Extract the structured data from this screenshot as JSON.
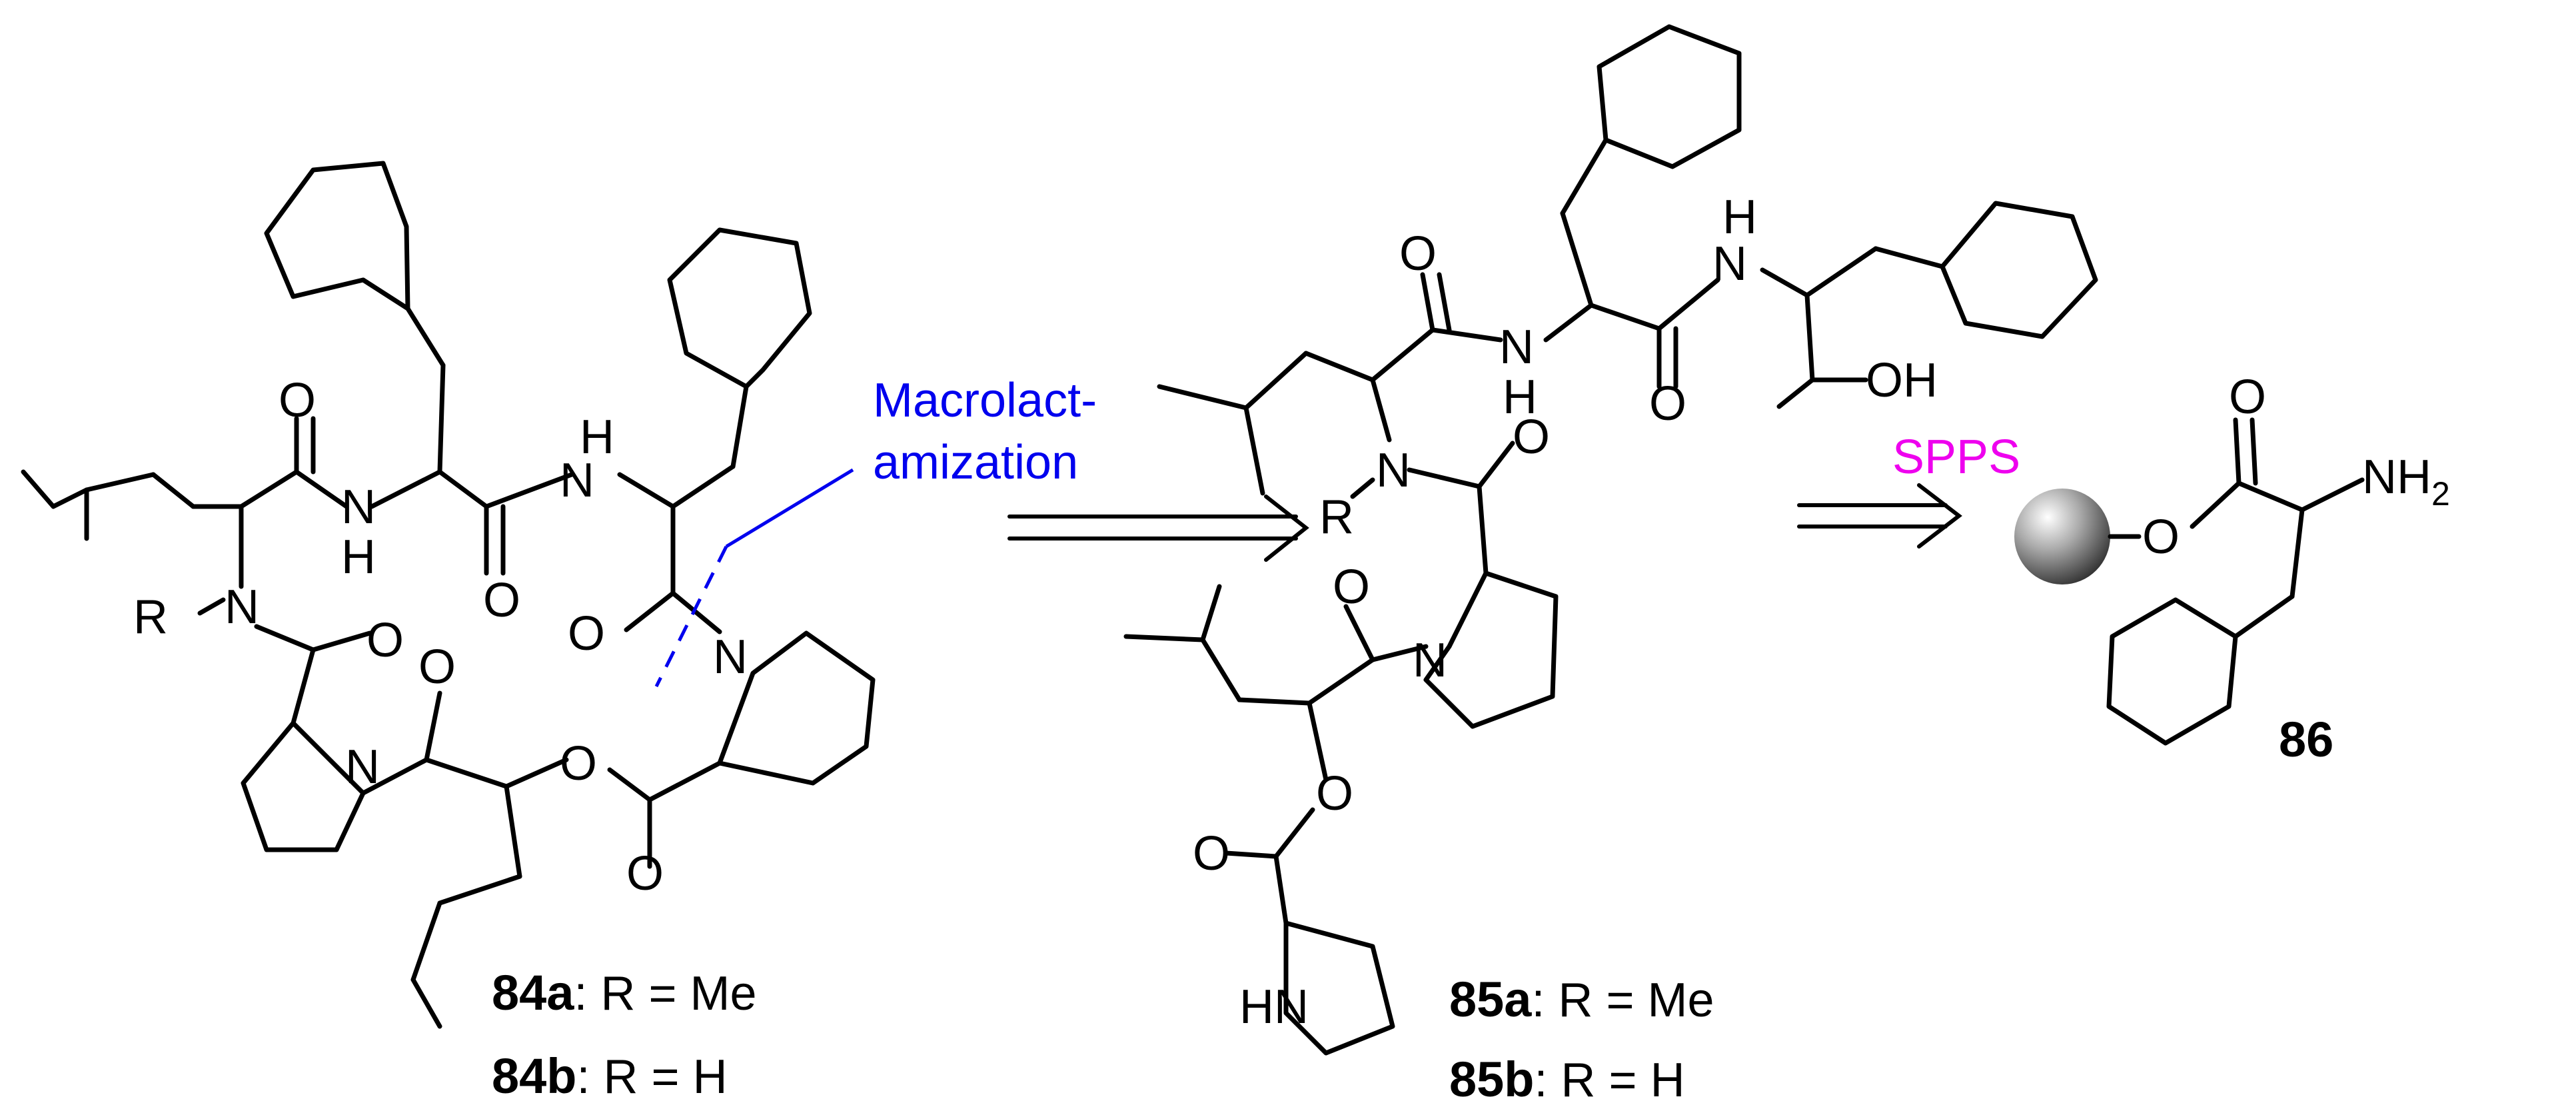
{
  "colors": {
    "bond": "#000000",
    "annotation_blue": "#0000ee",
    "annotation_magenta": "#ee00ee",
    "bead_light": "#ffffff",
    "bead_dark": "#333333"
  },
  "compounds": {
    "c84": {
      "atoms": {
        "o1": "O",
        "nh1": "N",
        "nh1h": "H",
        "o2": "O",
        "h3": "H",
        "nh3": "N",
        "o3": "O",
        "r": "R",
        "n4": "N",
        "o4": "O",
        "o5": "O",
        "n5": "N",
        "o6": "O",
        "o7": "O",
        "n6": "N"
      },
      "labels": [
        {
          "id": "84a",
          "text": ": R = Me"
        },
        {
          "id": "84b",
          "text": ": R = H"
        }
      ]
    },
    "c85": {
      "atoms": {
        "o1": "O",
        "n1": "N",
        "h1": "H",
        "h2": "H",
        "n2": "N",
        "o2": "O",
        "oh": "OH",
        "r": "R",
        "n3": "N",
        "o3": "O",
        "o4": "O",
        "n4": "N",
        "o5": "O",
        "o6": "O",
        "hn": "HN"
      },
      "labels": [
        {
          "id": "85a",
          "text": ": R = Me"
        },
        {
          "id": "85b",
          "text": ": R = H"
        }
      ]
    },
    "c86": {
      "atoms": {
        "o1": "O",
        "o2": "O",
        "nh2": "NH",
        "nh2_sub": "2"
      },
      "label": "86"
    }
  },
  "annotations": {
    "macrolact_line1": "Macrolact-",
    "macrolact_line2": "amization",
    "spps": "SPPS"
  }
}
